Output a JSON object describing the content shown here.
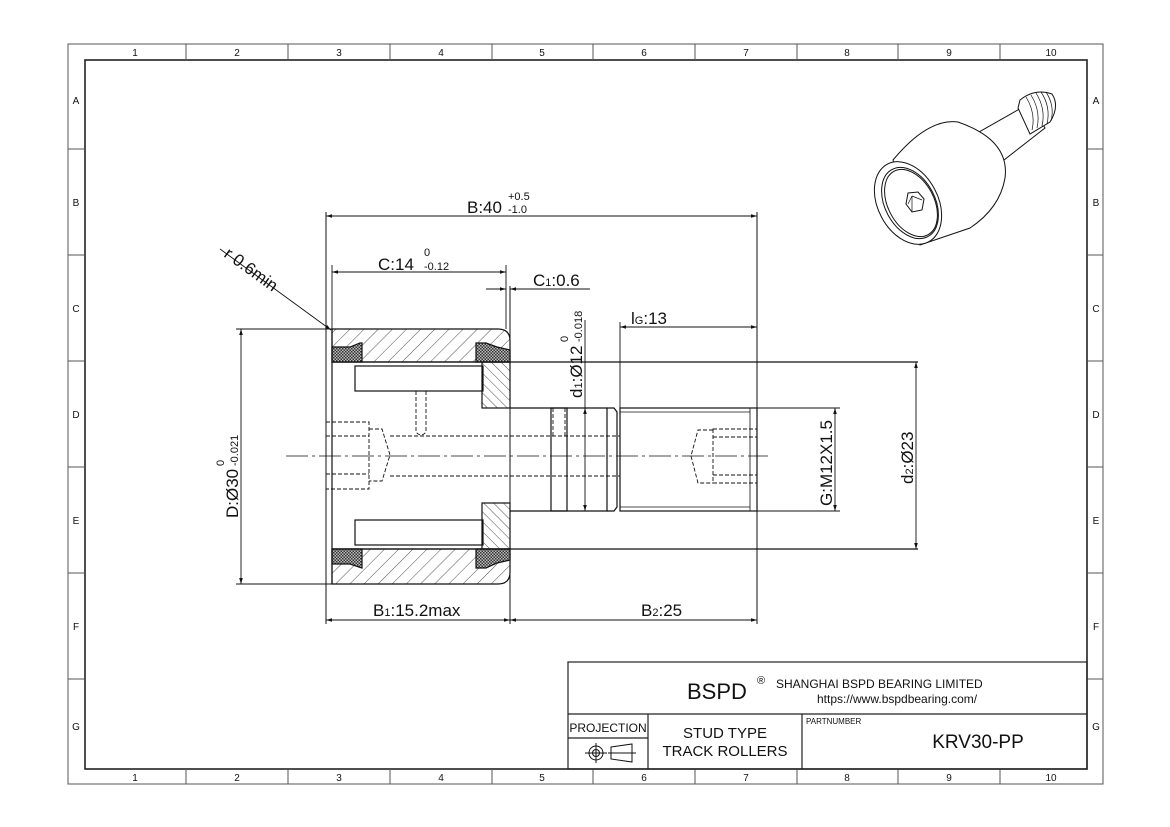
{
  "frame": {
    "columns": [
      "1",
      "2",
      "3",
      "4",
      "5",
      "6",
      "7",
      "8",
      "9",
      "10"
    ],
    "rows": [
      "A",
      "B",
      "C",
      "D",
      "E",
      "F",
      "G"
    ]
  },
  "dimensions": {
    "B": {
      "label": "B:40",
      "upper": "+0.5",
      "lower": "-1.0"
    },
    "C": {
      "label": "C:14",
      "upper": "0",
      "lower": "-0.12"
    },
    "C1": {
      "prefix": "C",
      "sub": "1",
      "value": ":0.6"
    },
    "r": {
      "label": "r 0.6min"
    },
    "lG": {
      "prefix": "l",
      "sub": "G",
      "value": ":13"
    },
    "d1": {
      "prefix": "d",
      "sub": "1",
      "value": ":Ø12",
      "upper": "0",
      "lower": "-0.018"
    },
    "D": {
      "label": "D:Ø30",
      "upper": "0",
      "lower": "-0.021"
    },
    "G": {
      "label": "G:M12X1.5"
    },
    "d2": {
      "prefix": "d",
      "sub": "2",
      "value": ":Ø23"
    },
    "B1": {
      "prefix": "B",
      "sub": "1",
      "value": ":15.2max"
    },
    "B2": {
      "prefix": "B",
      "sub": "2",
      "value": ":25"
    }
  },
  "title_block": {
    "brand": "BSPD",
    "registered": "®",
    "company": "SHANGHAI BSPD BEARING LIMITED",
    "website": "https://www.bspdbearing.com/",
    "projection_label": "PROJECTION",
    "description_line1": "STUD TYPE",
    "description_line2": "TRACK ROLLERS",
    "partnumber_label": "PARTNUMBER",
    "partnumber": "KRV30-PP"
  },
  "colors": {
    "line": "#111111",
    "frame": "#555555",
    "background": "#ffffff"
  }
}
